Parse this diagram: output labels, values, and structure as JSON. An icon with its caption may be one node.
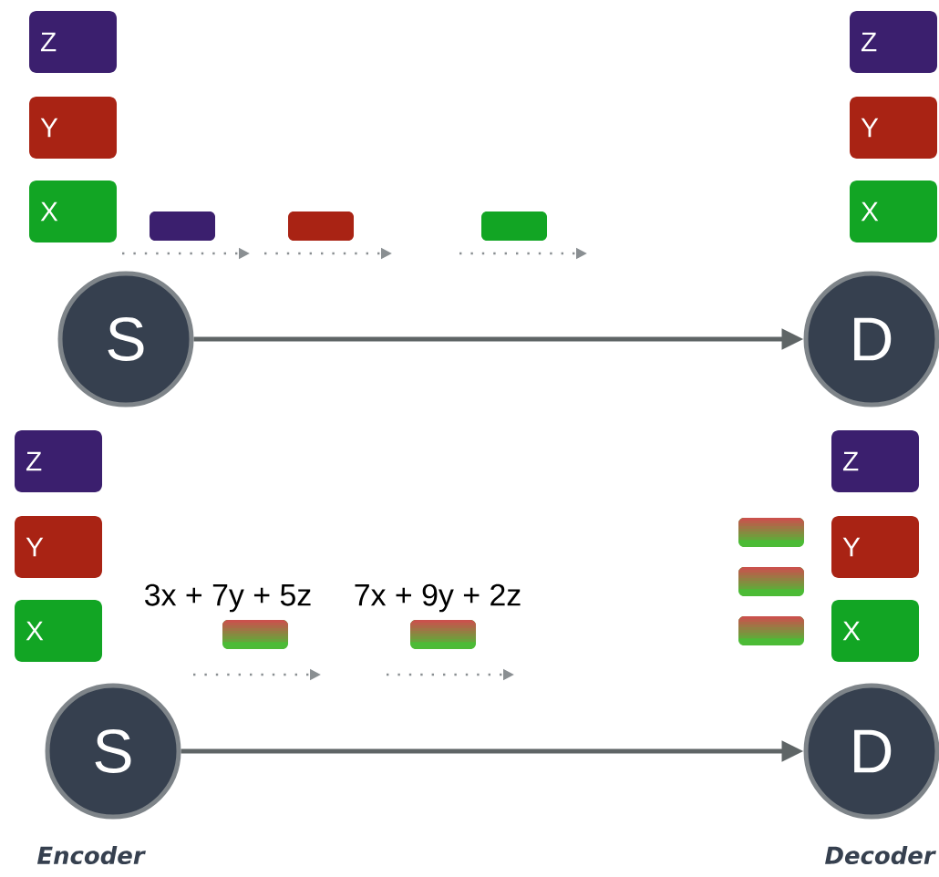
{
  "diagram": {
    "nodes": [
      {
        "text": [
          "Z"
        ]
      },
      {
        "text": [
          "Y"
        ]
      },
      {
        "text": [
          "X"
        ]
      },
      {
        "text": [
          "S"
        ]
      },
      {
        "text": [
          "Z"
        ]
      },
      {
        "text": [
          "Y"
        ]
      },
      {
        "text": [
          "X"
        ]
      },
      {
        "text": [
          "D"
        ]
      },
      {
        "text": [],
        "shape": "bar"
      },
      {
        "text": [],
        "shape": "bar"
      },
      {
        "text": [],
        "shape": "bar"
      },
      {
        "text": [
          "Z"
        ]
      },
      {
        "text": [
          "Y"
        ]
      },
      {
        "text": [
          "X"
        ]
      },
      {
        "text": [
          "S"
        ],
        "beside": [
          "Encoder"
        ]
      },
      {
        "text": [
          "Z"
        ]
      },
      {
        "text": [
          "Y"
        ]
      },
      {
        "text": [
          "X"
        ]
      },
      {
        "text": [
          "D"
        ],
        "beside": [
          "Decoder"
        ]
      },
      {
        "text": [],
        "shape": "bar",
        "beside": [
          "3x + 7y + 5z"
        ]
      },
      {
        "text": [],
        "shape": "bar",
        "beside": [
          "7x + 9y + 2z"
        ]
      },
      {
        "text": [],
        "shape": "bar"
      },
      {
        "text": [],
        "shape": "bar"
      },
      {
        "text": [],
        "shape": "bar"
      }
    ],
    "edges": [
      {
        "from": 3,
        "to": 7,
        "arrow": "to"
      },
      {
        "from": 14,
        "to": 18,
        "arrow": "to"
      }
    ]
  }
}
